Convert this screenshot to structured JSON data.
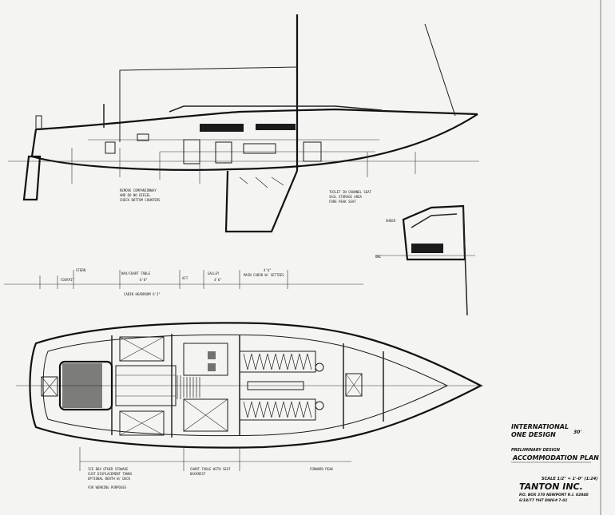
{
  "title_block": {
    "design_name_line1": "INTERNATIONAL",
    "design_name_line2": "ONE DESIGN",
    "design_size": "30'",
    "stage": "PRELIMINARY DESIGN",
    "plan_name": "ACCOMMODATION PLAN",
    "scale": "SCALE  1/2\" = 1'-0\"  (1:24)",
    "firm": "TANTON INC.",
    "address": "P.O. BOX 370 NEWPORT R.I. 02840",
    "date_line": "6/18/77    YHT    DWG# 7-01"
  },
  "profile_notes": {
    "note_left_1": "REMOVE COMPANIONWAY",
    "note_left_2": "AND DO NO DIESEL",
    "note_left_3": "CHECK BOTTOM COUNTERS",
    "note_right_1": "TOILET IN CHANNEL SEAT",
    "note_right_2": "SAIL STORAGE AREA",
    "note_right_3": "FORE PEAK SEAT"
  },
  "dimension_strip": [
    {
      "label": "STERN"
    },
    {
      "label": "COCKPIT"
    },
    {
      "label": "NAV/CHART TABLE",
      "sub": "6'8\""
    },
    {
      "label": "AFT"
    },
    {
      "label": "GALLEY"
    },
    {
      "label": "4'6\""
    },
    {
      "label": "MAIN CABIN W/ SETTEES",
      "sub": "4'6\""
    },
    {
      "label": "CABIN HEADROOM 6'3\""
    }
  ],
  "section_labels": {
    "stem_top": "SHEER",
    "stem_bottom": "DWL"
  },
  "bottom_notes": [
    "ICE BOX   OTHER STOWAGE",
    "CUST DISPLACEMENT TANKS",
    "OPTIONAL BERTH W/ DECK",
    "CHART TABLE WITH SEAT",
    "BACKREST",
    "FORWARD PEAK",
    "FOR WORKING PURPOSES"
  ]
}
